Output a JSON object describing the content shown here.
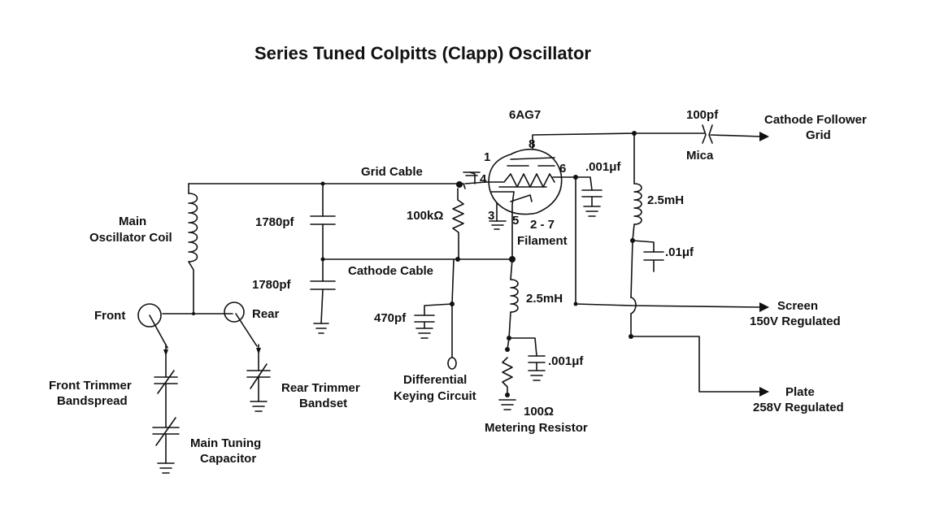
{
  "title": "Series Tuned Colpitts (Clapp) Oscillator",
  "labels": {
    "tube": "6AG7",
    "pin1": "1",
    "pin3": "3",
    "pin4": "4",
    "pin5": "5",
    "pin6": "6",
    "pin8": "8",
    "filament_pins": "2 - 7",
    "filament": "Filament",
    "grid_cable": "Grid Cable",
    "cathode_cable": "Cathode Cable",
    "main_coil_1": "Main",
    "main_coil_2": "Oscillator Coil",
    "c1780_top": "1780pf",
    "c1780_bottom": "1780pf",
    "r100k": "100kΩ",
    "c470": "470pf",
    "diff_key_1": "Differential",
    "diff_key_2": "Keying Circuit",
    "l_cathode": "2.5mH",
    "c001_cathode": ".001μf",
    "r100": "100Ω",
    "metering": "Metering Resistor",
    "c001_screen": ".001μf",
    "c100pf": "100pf",
    "mica": "Mica",
    "cf_grid_1": "Cathode Follower",
    "cf_grid_2": "Grid",
    "l_plate": "2.5mH",
    "c01": ".01μf",
    "screen_1": "Screen",
    "screen_2": "150V Regulated",
    "plate_1": "Plate",
    "plate_2": "258V Regulated",
    "front": "Front",
    "rear": "Rear",
    "front_trim_1": "Front Trimmer",
    "front_trim_2": "Bandspread",
    "rear_trim_1": "Rear Trimmer",
    "rear_trim_2": "Bandset",
    "main_tune_1": "Main Tuning",
    "main_tune_2": "Capacitor"
  }
}
